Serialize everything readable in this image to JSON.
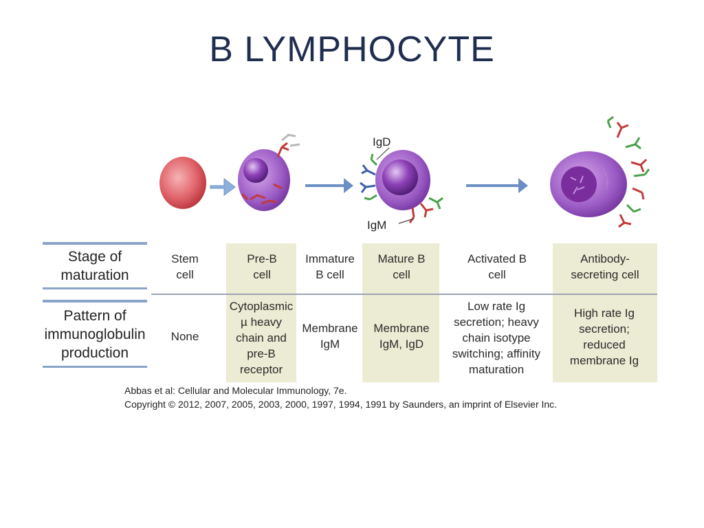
{
  "slide": {
    "title": "B LYMPHOCYTE"
  },
  "diagram": {
    "labels": {
      "igd": "IgD",
      "igm": "IgM"
    },
    "row_headers": {
      "stage": "Stage of maturation",
      "pattern": "Pattern of immunoglobulin production"
    },
    "stages": [
      {
        "stage": "Stem cell",
        "pattern": "None"
      },
      {
        "stage": "Pre-B cell",
        "pattern": "Cytoplasmic µ heavy chain and pre-B receptor"
      },
      {
        "stage": "Immature B cell",
        "pattern": "Membrane IgM"
      },
      {
        "stage": "Mature B cell",
        "pattern": "Membrane IgM, IgD"
      },
      {
        "stage": "Activated B cell",
        "pattern": "Low rate Ig secretion; heavy chain isotype switching; affinity maturation"
      },
      {
        "stage": "Antibody-secreting cell",
        "pattern": "High rate Ig secretion; reduced membrane Ig"
      }
    ]
  },
  "credit": {
    "line1": "Abbas et al: Cellular and Molecular Immunology, 7e.",
    "line2": "Copyright © 2012, 2007, 2005, 2003, 2000, 1997, 1994, 1991 by Saunders, an imprint of Elsevier Inc."
  },
  "colors": {
    "title": "#1f2d4f",
    "highlight_column": "#ecebd4",
    "rule_line": "#8aa3c8",
    "stem_cell": "#d9474f",
    "b_cell": "#7b3fa8",
    "arrow": "#6b8fc4"
  }
}
